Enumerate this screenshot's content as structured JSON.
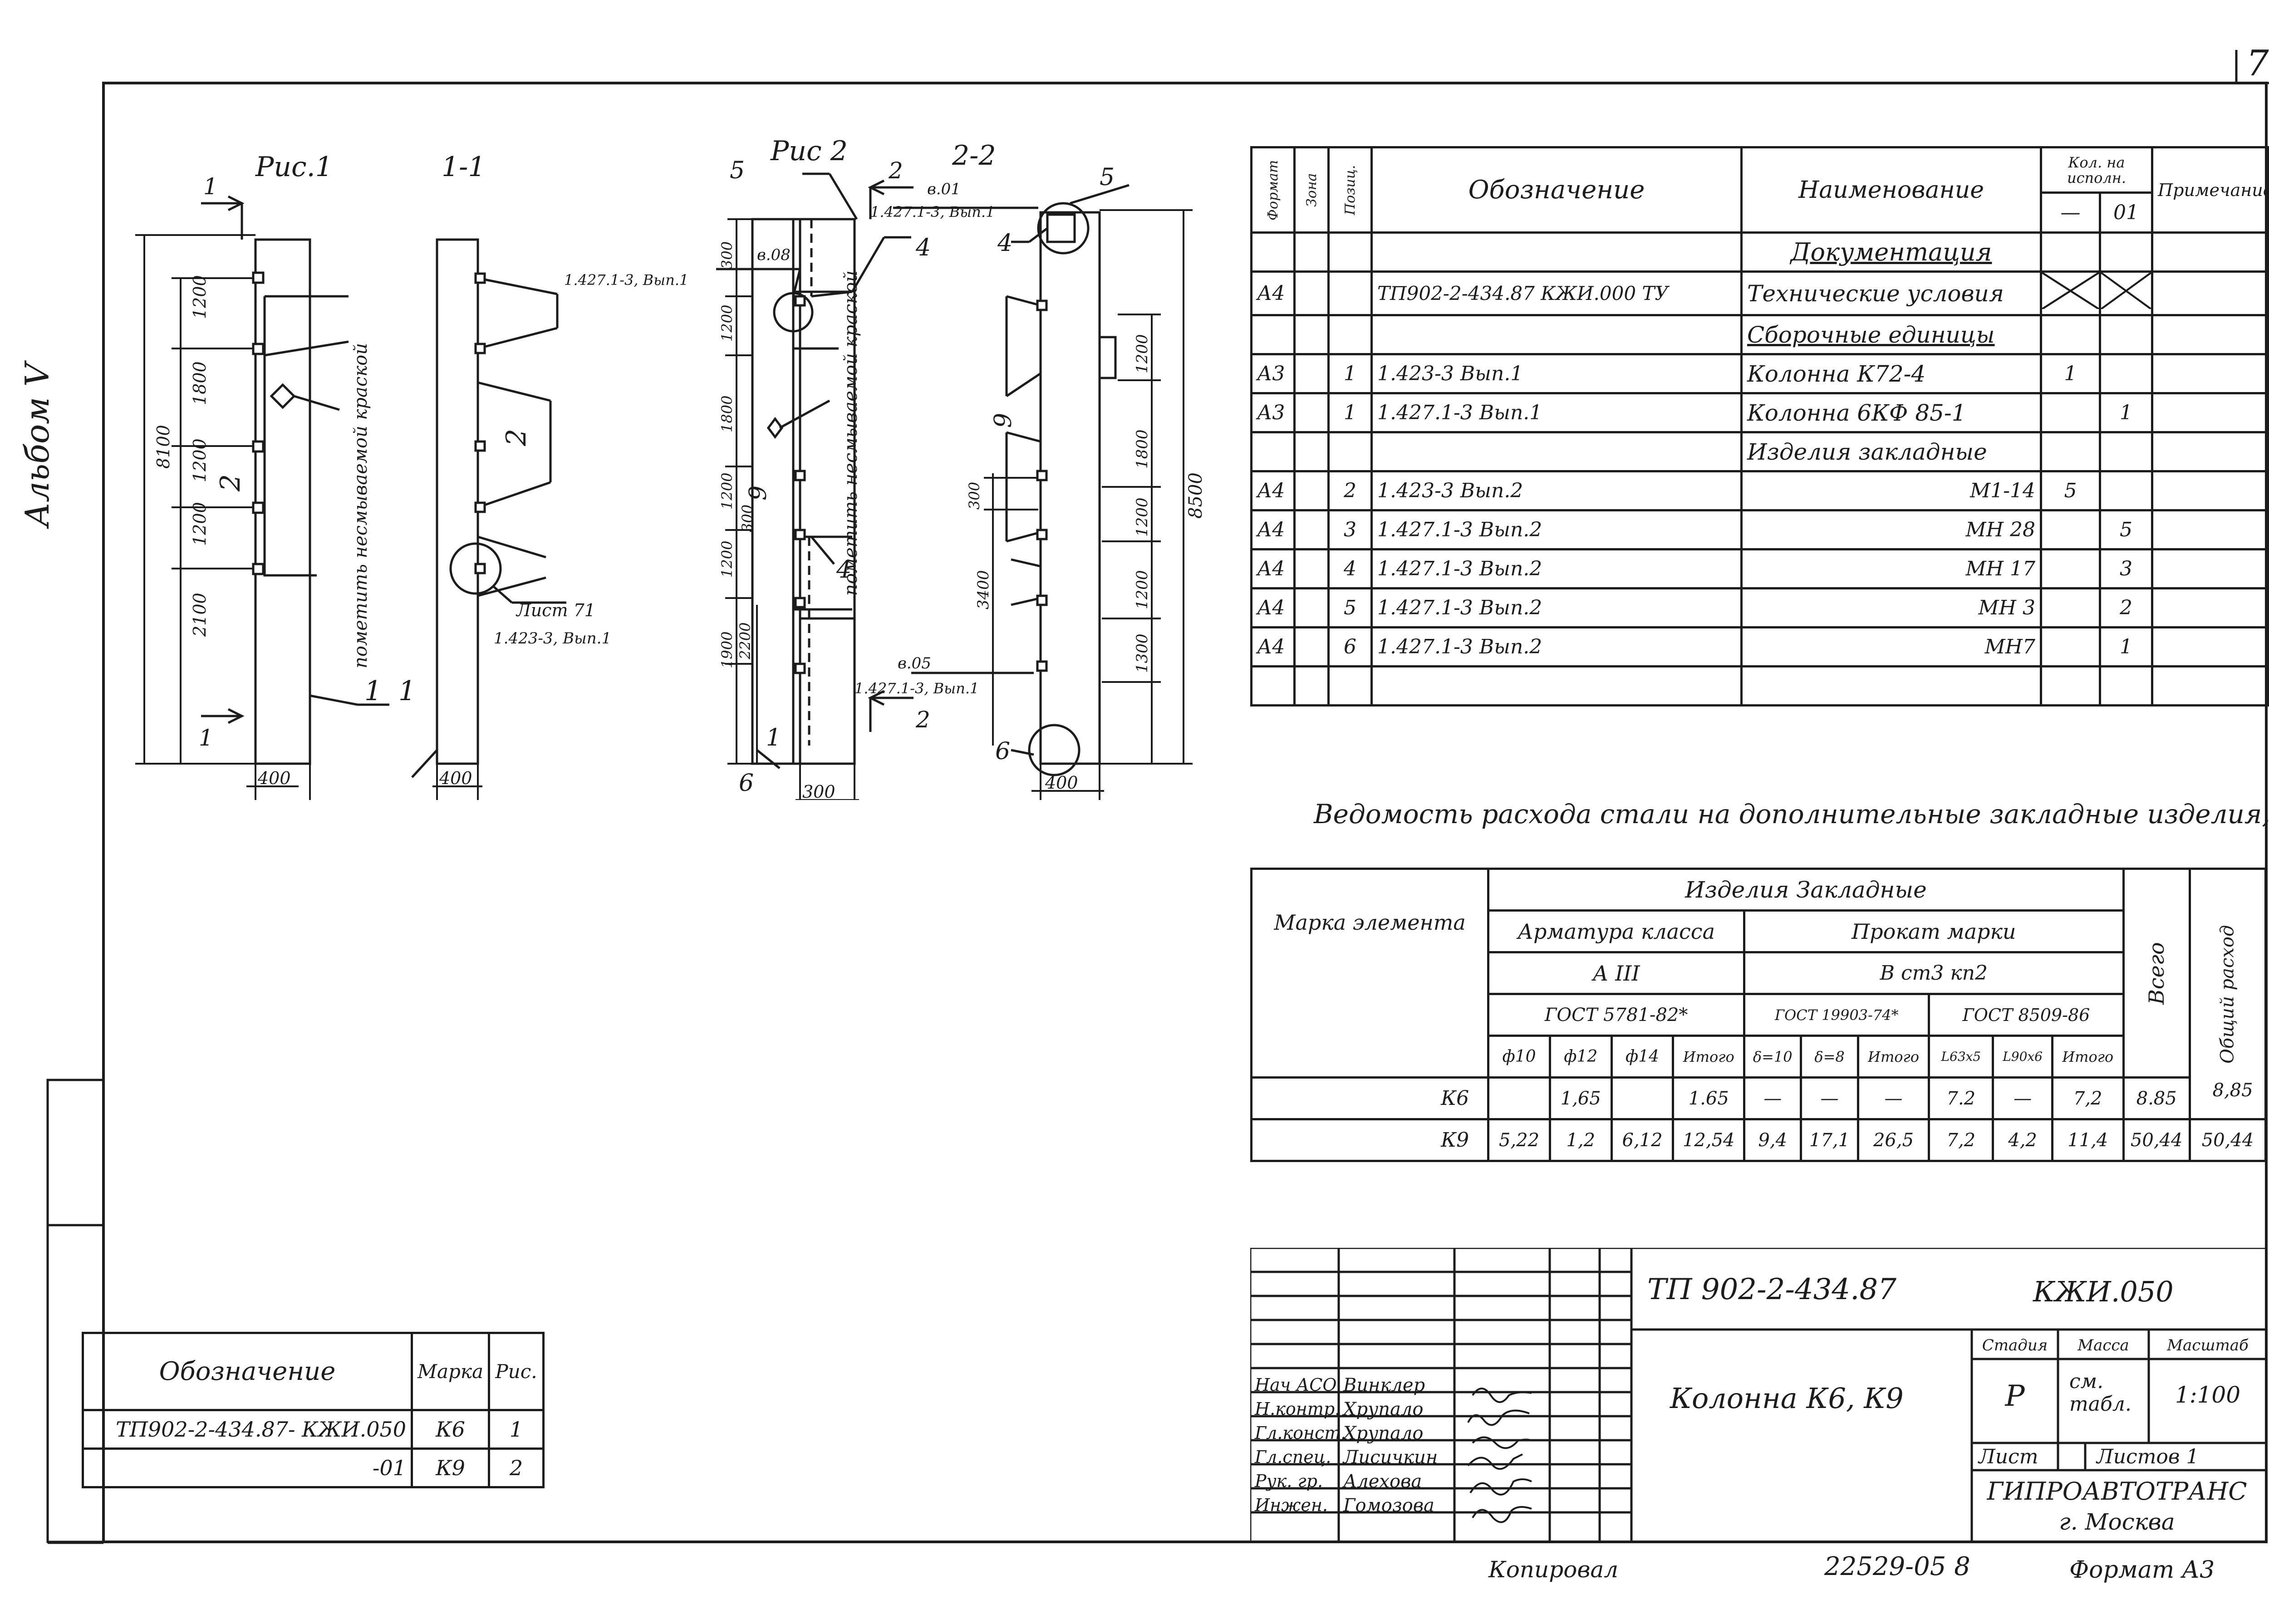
{
  "sheet_number": "7",
  "album_label": "Альбом V",
  "figures": {
    "fig1_title": "Рис.1",
    "sec1_title": "1-1",
    "fig2_title": "Рис 2",
    "sec2_title": "2-2",
    "section_mark_1": "1",
    "section_mark_2": "2",
    "dims_fig1": [
      "1200",
      "1800",
      "1200",
      "1200",
      "2100",
      "8100",
      "400"
    ],
    "dims_fig2": [
      "300",
      "1200",
      "1800",
      "1200",
      "300",
      "1200",
      "1900",
      "2200",
      "300"
    ],
    "dims_sec2": [
      "1200",
      "1800",
      "1200",
      "1200",
      "1300",
      "8500",
      "300",
      "3400",
      "400"
    ],
    "fig1_note": "пометить несмываемой краской",
    "fig2_note": "пометить несмываемой краской",
    "fig1_items": [
      "1",
      "2"
    ],
    "sec1_items": [
      "1",
      "2"
    ],
    "fig2_items": [
      "5",
      "4",
      "9",
      "4",
      "1",
      "6"
    ],
    "sec2_items": [
      "5",
      "4",
      "9",
      "6"
    ],
    "ref_list71": "Лист 71",
    "ref_list71_doc": "1.423-3, Вып.1",
    "ref_u08": "в.08",
    "ref_u08_doc": "1.427.1-3, Вып.1",
    "ref_u01": "в.01",
    "ref_u01_doc": "1.427.1-3, Вып.1",
    "ref_u05": "в.05",
    "ref_u05_doc": "1.427.1-3, Вып.1"
  },
  "spec": {
    "headers": {
      "format": "Формат",
      "zone": "Зона",
      "pos": "Позиц.",
      "designation": "Обозначение",
      "name": "Наименование",
      "qty": "Кол. на исполн.",
      "qty_a": "—",
      "qty_b": "01",
      "note": "Примечание"
    },
    "rows": [
      {
        "format": "",
        "pos": "",
        "designation": "",
        "name": "Документация",
        "qa": "",
        "qb": "",
        "kind": "section"
      },
      {
        "format": "А4",
        "pos": "",
        "designation": "ТП902-2-434.87    КЖИ.000 ТУ",
        "name": "Технические условия",
        "qa": "",
        "qb": "",
        "kind": "cross"
      },
      {
        "format": "",
        "pos": "",
        "designation": "",
        "name": "Сборочные единицы",
        "qa": "",
        "qb": "",
        "kind": "section"
      },
      {
        "format": "А3",
        "pos": "1",
        "designation": "1.423-3    Вып.1",
        "name": "Колонна    К72-4",
        "qa": "1",
        "qb": "",
        "kind": "item"
      },
      {
        "format": "А3",
        "pos": "1",
        "designation": "1.427.1-3    Вып.1",
        "name": "Колонна    6КФ 85-1",
        "qa": "",
        "qb": "1",
        "kind": "item"
      },
      {
        "format": "",
        "pos": "",
        "designation": "",
        "name": "Изделия  закладные",
        "qa": "",
        "qb": "",
        "kind": "heading"
      },
      {
        "format": "А4",
        "pos": "2",
        "designation": "1.423-3    Вып.2",
        "name": "М1-14",
        "qa": "5",
        "qb": "",
        "kind": "part"
      },
      {
        "format": "А4",
        "pos": "3",
        "designation": "1.427.1-3    Вып.2",
        "name": "МН 28",
        "qa": "",
        "qb": "5",
        "kind": "part"
      },
      {
        "format": "А4",
        "pos": "4",
        "designation": "1.427.1-3    Вып.2",
        "name": "МН 17",
        "qa": "",
        "qb": "3",
        "kind": "part"
      },
      {
        "format": "А4",
        "pos": "5",
        "designation": "1.427.1-3    Вып.2",
        "name": "МН 3",
        "qa": "",
        "qb": "2",
        "kind": "part"
      },
      {
        "format": "А4",
        "pos": "6",
        "designation": "1.427.1-3    Вып.2",
        "name": "МН7",
        "qa": "",
        "qb": "1",
        "kind": "part"
      },
      {
        "format": "",
        "pos": "",
        "designation": "",
        "name": "",
        "qa": "",
        "qb": "",
        "kind": "blank"
      }
    ]
  },
  "steel": {
    "title": "Ведомость расхода стали на дополнительные закладные изделия,кг",
    "h_mark": "Марка элемента",
    "h_items": "Изделия  Закладные",
    "h_armature": "Арматура класса",
    "h_class": "А III",
    "h_gost1": "ГОСТ 5781-82*",
    "h_prokat": "Прокат   марки",
    "h_vst": "В ст3  кп2",
    "h_gost2": "ГОСТ 19903-74*",
    "h_gost3": "ГОСТ 8509-86",
    "h_total": "Всего",
    "h_grand": "Общий расход",
    "cols": [
      "ф10",
      "ф12",
      "ф14",
      "Итого",
      "δ=10",
      "δ=8",
      "Итого",
      "L63x5",
      "L90x6",
      "Итого"
    ],
    "rows": [
      {
        "mark": "К6",
        "vals": [
          "",
          "1,65",
          "",
          "1.65",
          "—",
          "—",
          "—",
          "7.2",
          "—",
          "7,2"
        ],
        "total": "8.85",
        "grand": "8,85"
      },
      {
        "mark": "К9",
        "vals": [
          "5,22",
          "1,2",
          "6,12",
          "12,54",
          "9,4",
          "17,1",
          "26,5",
          "7,2",
          "4,2",
          "11,4"
        ],
        "total": "50,44",
        "grand": "50,44"
      }
    ]
  },
  "refs": {
    "h_designation": "Обозначение",
    "h_mark": "Марка",
    "h_fig": "Рис.",
    "rows": [
      {
        "designation": "ТП902-2-434.87- КЖИ.050",
        "mark": "К6",
        "fig": "1"
      },
      {
        "designation": "-01",
        "mark": "К9",
        "fig": "2"
      }
    ]
  },
  "stamp": {
    "code": "ТП 902-2-434.87",
    "doc": "КЖИ.050",
    "title": "Колонна  К6, К9",
    "stage_label": "Стадия",
    "stage": "Р",
    "mass_label": "Масса",
    "mass": "см. табл.",
    "scale_label": "Масштаб",
    "scale": "1:100",
    "sheet_label": "Лист",
    "sheets_label": "Листов 1",
    "org": "ГИПРОАВТОТРАНС",
    "city": "г. Москва",
    "people": [
      {
        "role": "Нач АСО",
        "name": "Винклер"
      },
      {
        "role": "Н.контр.",
        "name": "Хрупало"
      },
      {
        "role": "Гл.конст.",
        "name": "Хрупало"
      },
      {
        "role": "Гл.спец.",
        "name": "Лисичкин"
      },
      {
        "role": "Рук. гр.",
        "name": "Алехова"
      },
      {
        "role": "Инжен.",
        "name": "Гомозова"
      }
    ]
  },
  "bottom": {
    "copied": "Копировал",
    "inventory": "22529-05  8",
    "format": "Формат А3"
  }
}
